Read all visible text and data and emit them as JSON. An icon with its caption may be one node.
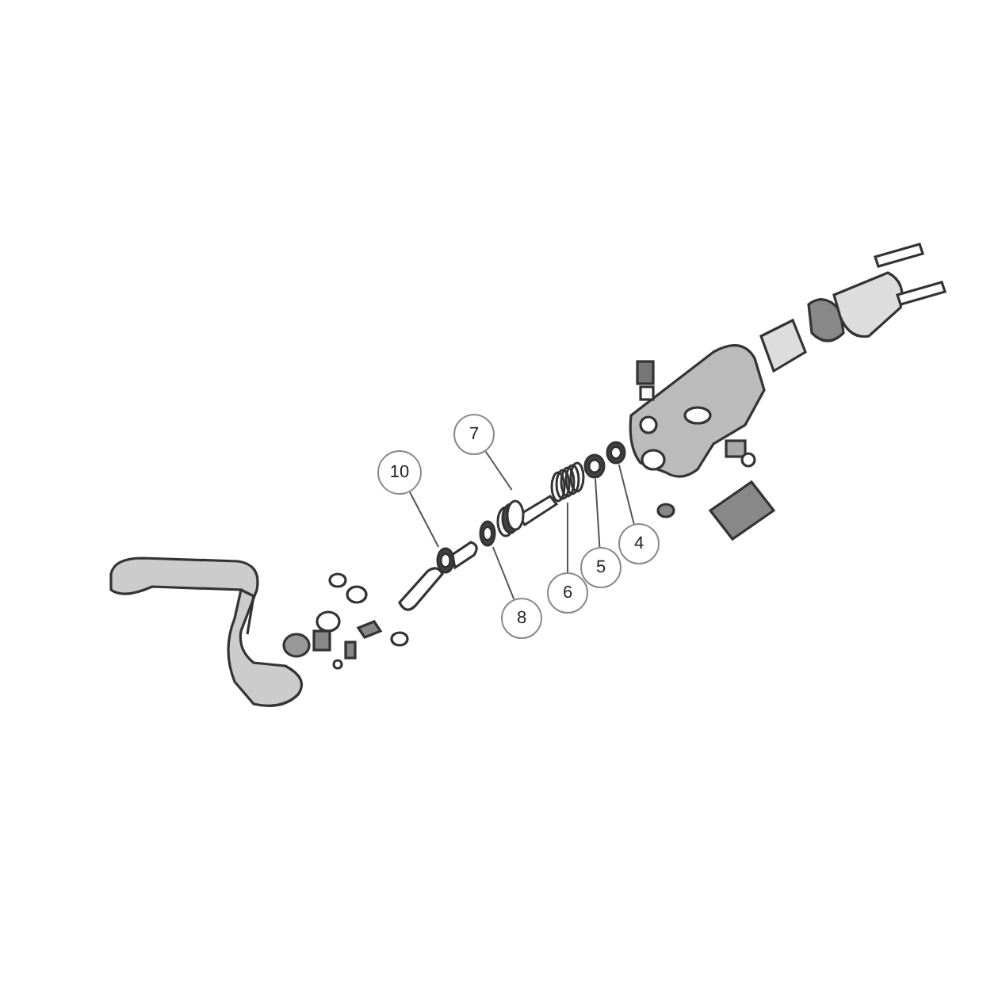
{
  "diagram": {
    "nodes": [
      {
        "text": [
          "7"
        ]
      },
      {
        "text": [
          "10"
        ]
      },
      {
        "text": [
          "4"
        ]
      },
      {
        "text": [
          "5"
        ]
      },
      {
        "text": [
          "6"
        ]
      },
      {
        "text": [
          "8"
        ]
      },
      {
        "text": [],
        "shape": "picture"
      },
      {
        "text": [],
        "shape": "picture"
      },
      {
        "text": [],
        "shape": "picture"
      },
      {
        "text": [],
        "shape": "picture"
      },
      {
        "text": [],
        "shape": "picture"
      },
      {
        "text": [],
        "shape": "picture"
      }
    ],
    "edges": [
      {
        "from": 0,
        "to": 6,
        "arrow": "none"
      },
      {
        "from": 1,
        "to": 7,
        "arrow": "none"
      },
      {
        "from": 2,
        "to": 8,
        "arrow": "none"
      },
      {
        "from": 3,
        "to": 9,
        "arrow": "none"
      },
      {
        "from": 4,
        "to": 10,
        "arrow": "none"
      },
      {
        "from": 5,
        "to": 11,
        "arrow": "none"
      }
    ]
  }
}
